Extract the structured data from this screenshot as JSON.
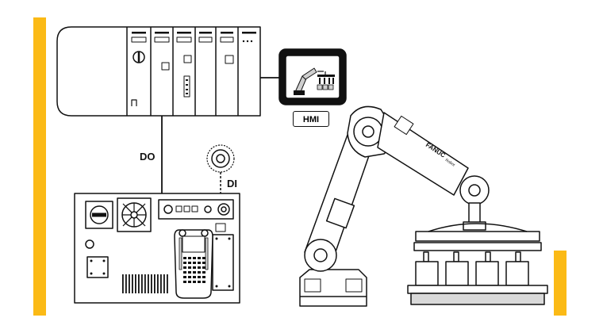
{
  "colors": {
    "accent": "#FBBA16",
    "outline": "#111111",
    "fill": "#ffffff",
    "shade": "#d9d9d9"
  },
  "labels": {
    "digital_output": "DO",
    "digital_input": "DI",
    "hmi": "HMI",
    "robot_brand": "FANUC",
    "robot_sub": "Robot"
  },
  "components": {
    "plc": "plc-rack",
    "hmi_screen": "hmi-touch-panel",
    "controller": "robot-controller-cabinet",
    "teach_pendant": "teach-pendant",
    "stop_button": "emergency-stop-icon",
    "robot": "industrial-robot-arm",
    "gripper": "vacuum-gripper"
  }
}
